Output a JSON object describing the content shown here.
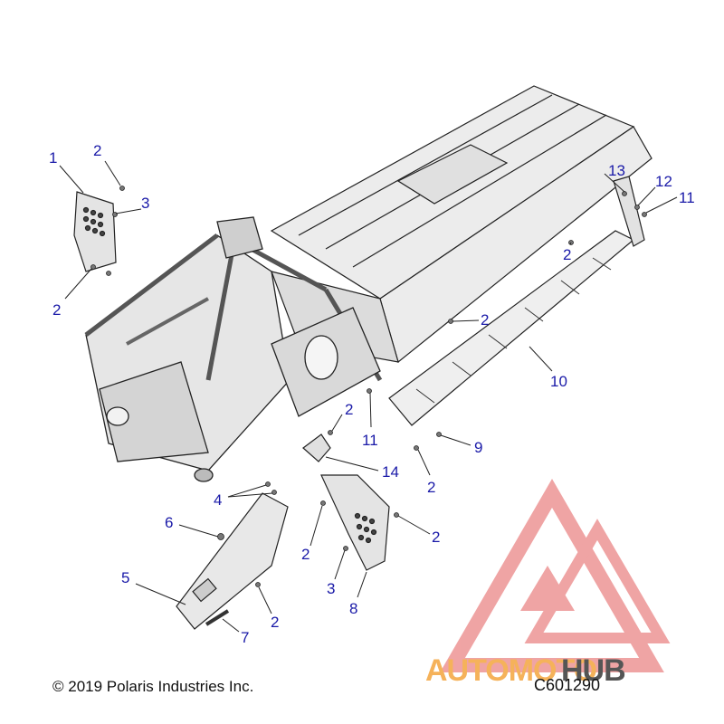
{
  "colors": {
    "callout": "#1a1aa8",
    "line": "#222222",
    "part_fill": "#e9e9e9",
    "part_dark": "#bdbdbd",
    "watermark_red": "#e35a5a",
    "watermark_orange": "#f5b25a",
    "watermark_gray": "#555555"
  },
  "callouts": [
    {
      "id": "c1",
      "text": "1"
    },
    {
      "id": "c2a",
      "text": "2"
    },
    {
      "id": "c3a",
      "text": "3"
    },
    {
      "id": "c2b",
      "text": "2"
    },
    {
      "id": "c13",
      "text": "13"
    },
    {
      "id": "c12",
      "text": "12"
    },
    {
      "id": "c11a",
      "text": "11"
    },
    {
      "id": "c2c",
      "text": "2"
    },
    {
      "id": "c2d",
      "text": "2"
    },
    {
      "id": "c10",
      "text": "10"
    },
    {
      "id": "c2e",
      "text": "2"
    },
    {
      "id": "c11b",
      "text": "11"
    },
    {
      "id": "c9",
      "text": "9"
    },
    {
      "id": "c14",
      "text": "14"
    },
    {
      "id": "c2f",
      "text": "2"
    },
    {
      "id": "c4",
      "text": "4"
    },
    {
      "id": "c6",
      "text": "6"
    },
    {
      "id": "c2g",
      "text": "2"
    },
    {
      "id": "c2h",
      "text": "2"
    },
    {
      "id": "c5",
      "text": "5"
    },
    {
      "id": "c3b",
      "text": "3"
    },
    {
      "id": "c8",
      "text": "8"
    },
    {
      "id": "c2i",
      "text": "2"
    },
    {
      "id": "c7",
      "text": "7"
    }
  ],
  "footer": {
    "copyright": "© 2019 Polaris Industries Inc.",
    "drawing_id": "C601290"
  },
  "watermark": {
    "brand_part1": "AUTOMOTO",
    "brand_part2": "HUB",
    "icon": "triangle-logo-icon"
  }
}
